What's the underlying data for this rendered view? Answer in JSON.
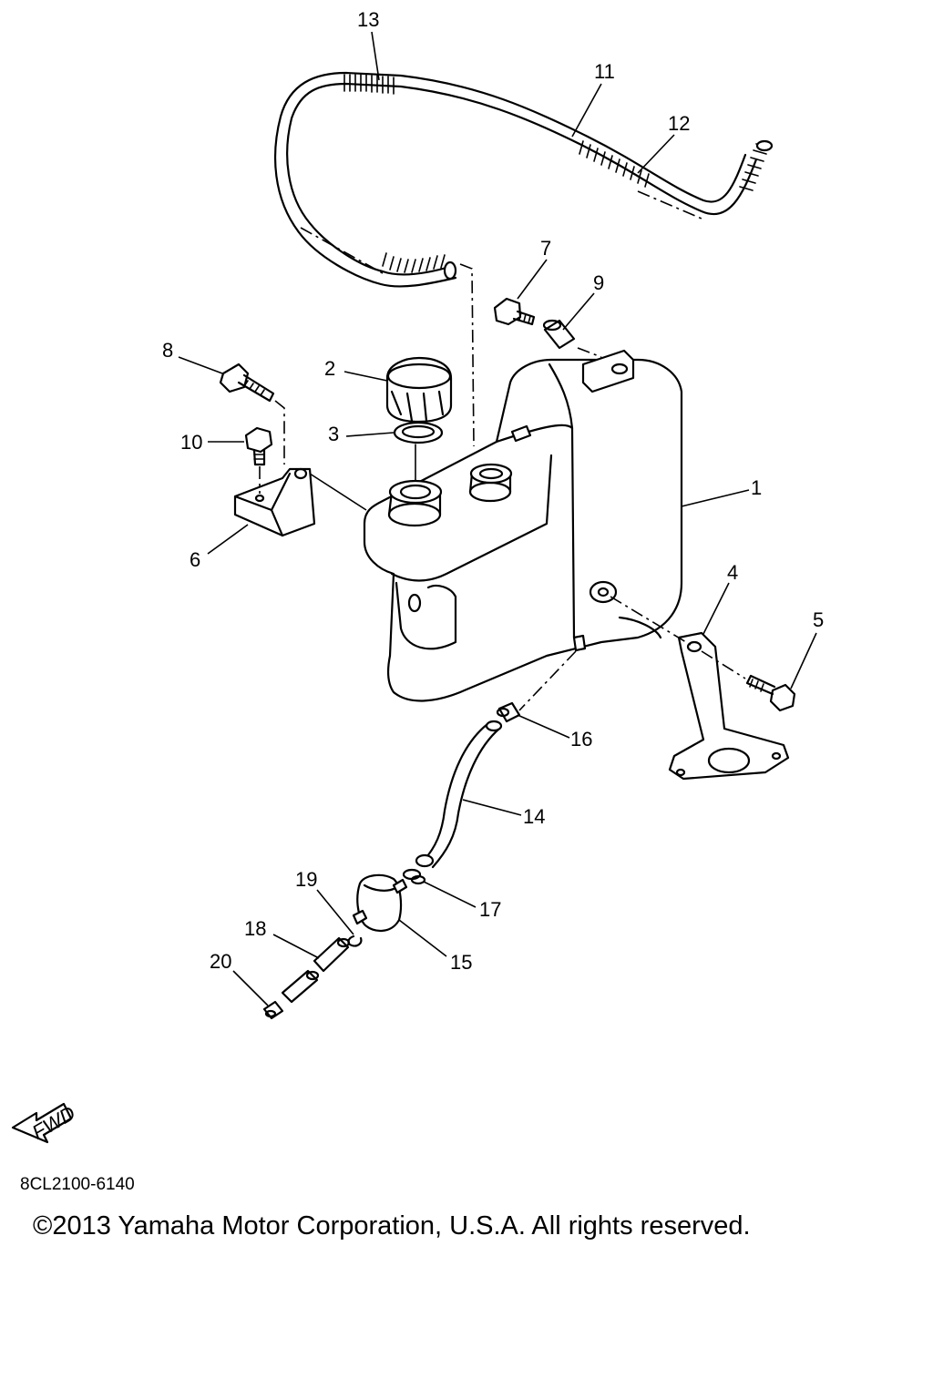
{
  "diagram": {
    "callouts": [
      {
        "id": "1",
        "label": "1"
      },
      {
        "id": "2",
        "label": "2"
      },
      {
        "id": "3",
        "label": "3"
      },
      {
        "id": "4",
        "label": "4"
      },
      {
        "id": "5",
        "label": "5"
      },
      {
        "id": "6",
        "label": "6"
      },
      {
        "id": "7",
        "label": "7"
      },
      {
        "id": "8",
        "label": "8"
      },
      {
        "id": "9",
        "label": "9"
      },
      {
        "id": "10",
        "label": "10"
      },
      {
        "id": "11",
        "label": "11"
      },
      {
        "id": "12",
        "label": "12"
      },
      {
        "id": "13",
        "label": "13"
      },
      {
        "id": "14",
        "label": "14"
      },
      {
        "id": "15",
        "label": "15"
      },
      {
        "id": "16",
        "label": "16"
      },
      {
        "id": "17",
        "label": "17"
      },
      {
        "id": "18",
        "label": "18"
      },
      {
        "id": "19",
        "label": "19"
      },
      {
        "id": "20",
        "label": "20"
      }
    ],
    "fwd_label": "FWD",
    "part_number": "8CL2100-6140",
    "copyright": "©2013 Yamaha Motor Corporation, U.S.A. All rights reserved."
  }
}
